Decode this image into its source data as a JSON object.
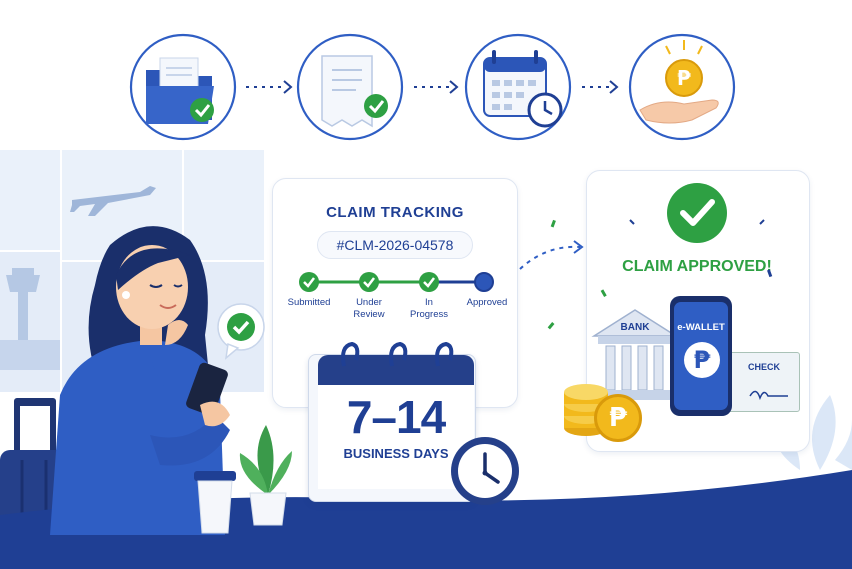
{
  "process_steps": [
    {
      "icon": "folder-check-icon"
    },
    {
      "icon": "document-check-icon"
    },
    {
      "icon": "calendar-clock-icon"
    },
    {
      "icon": "coin-hand-icon"
    }
  ],
  "tracking": {
    "title": "CLAIM TRACKING",
    "claim_id": "#CLM-2026-04578",
    "steps": [
      {
        "label_line1": "Submitted",
        "label_line2": "",
        "status": "done"
      },
      {
        "label_line1": "Under",
        "label_line2": "Review",
        "status": "done"
      },
      {
        "label_line1": "In",
        "label_line2": "Progress",
        "status": "done"
      },
      {
        "label_line1": "Approved",
        "label_line2": "",
        "status": "current"
      }
    ]
  },
  "approved": {
    "title": "CLAIM APPROVED!",
    "bank_label": "BANK",
    "ewallet_label": "e-WALLET",
    "check_label": "CHECK",
    "currency_symbol": "₱"
  },
  "calendar": {
    "days": "7–14",
    "unit": "BUSINESS DAYS"
  },
  "colors": {
    "primary": "#1f3f94",
    "accent_blue": "#2f5ec4",
    "success": "#2ea043",
    "gold": "#f2b91c",
    "light_bg": "#e9f0fa"
  }
}
